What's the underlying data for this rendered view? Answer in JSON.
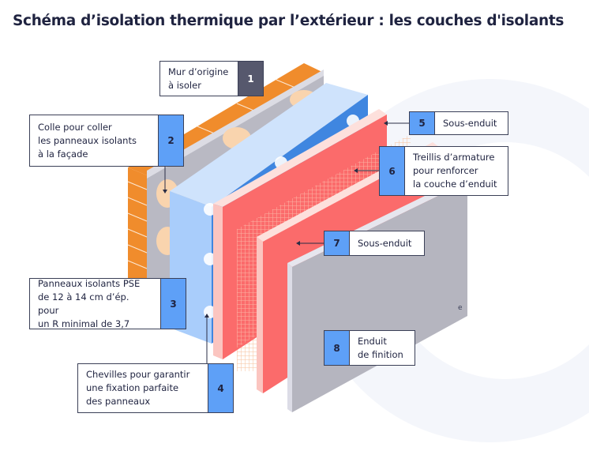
{
  "title": "Schéma d’isolation thermique par l’extérieur : les couches d'isolants",
  "colors": {
    "brick": "#f08c2c",
    "wall": "#b9b9c3",
    "insulation": "#3f86e0",
    "insulation_side": "#a9cdfb",
    "render": "#fb6b6b",
    "finish": "#b5b5bf",
    "number_box": "#5ea0f7",
    "border": "#3b4057"
  },
  "callouts": [
    {
      "number": "1",
      "text": "Mur d’origine\nà isoler"
    },
    {
      "number": "2",
      "text": "Colle pour coller\nles panneaux isolants\nà la façade"
    },
    {
      "number": "3",
      "text": "Panneaux isolants PSE\nde 12 à 14 cm d’ép. pour\nun R minimal de 3,7"
    },
    {
      "number": "4",
      "text": "Chevilles pour garantir\nune fixation parfaite\ndes panneaux"
    },
    {
      "number": "5",
      "text": "Sous-enduit"
    },
    {
      "number": "6",
      "text": "Treillis d’armature\npour renforcer\nla couche d’enduit"
    },
    {
      "number": "7",
      "text": "Sous-enduit"
    },
    {
      "number": "8",
      "text": "Enduit\nde finition"
    }
  ],
  "watermark": "e"
}
